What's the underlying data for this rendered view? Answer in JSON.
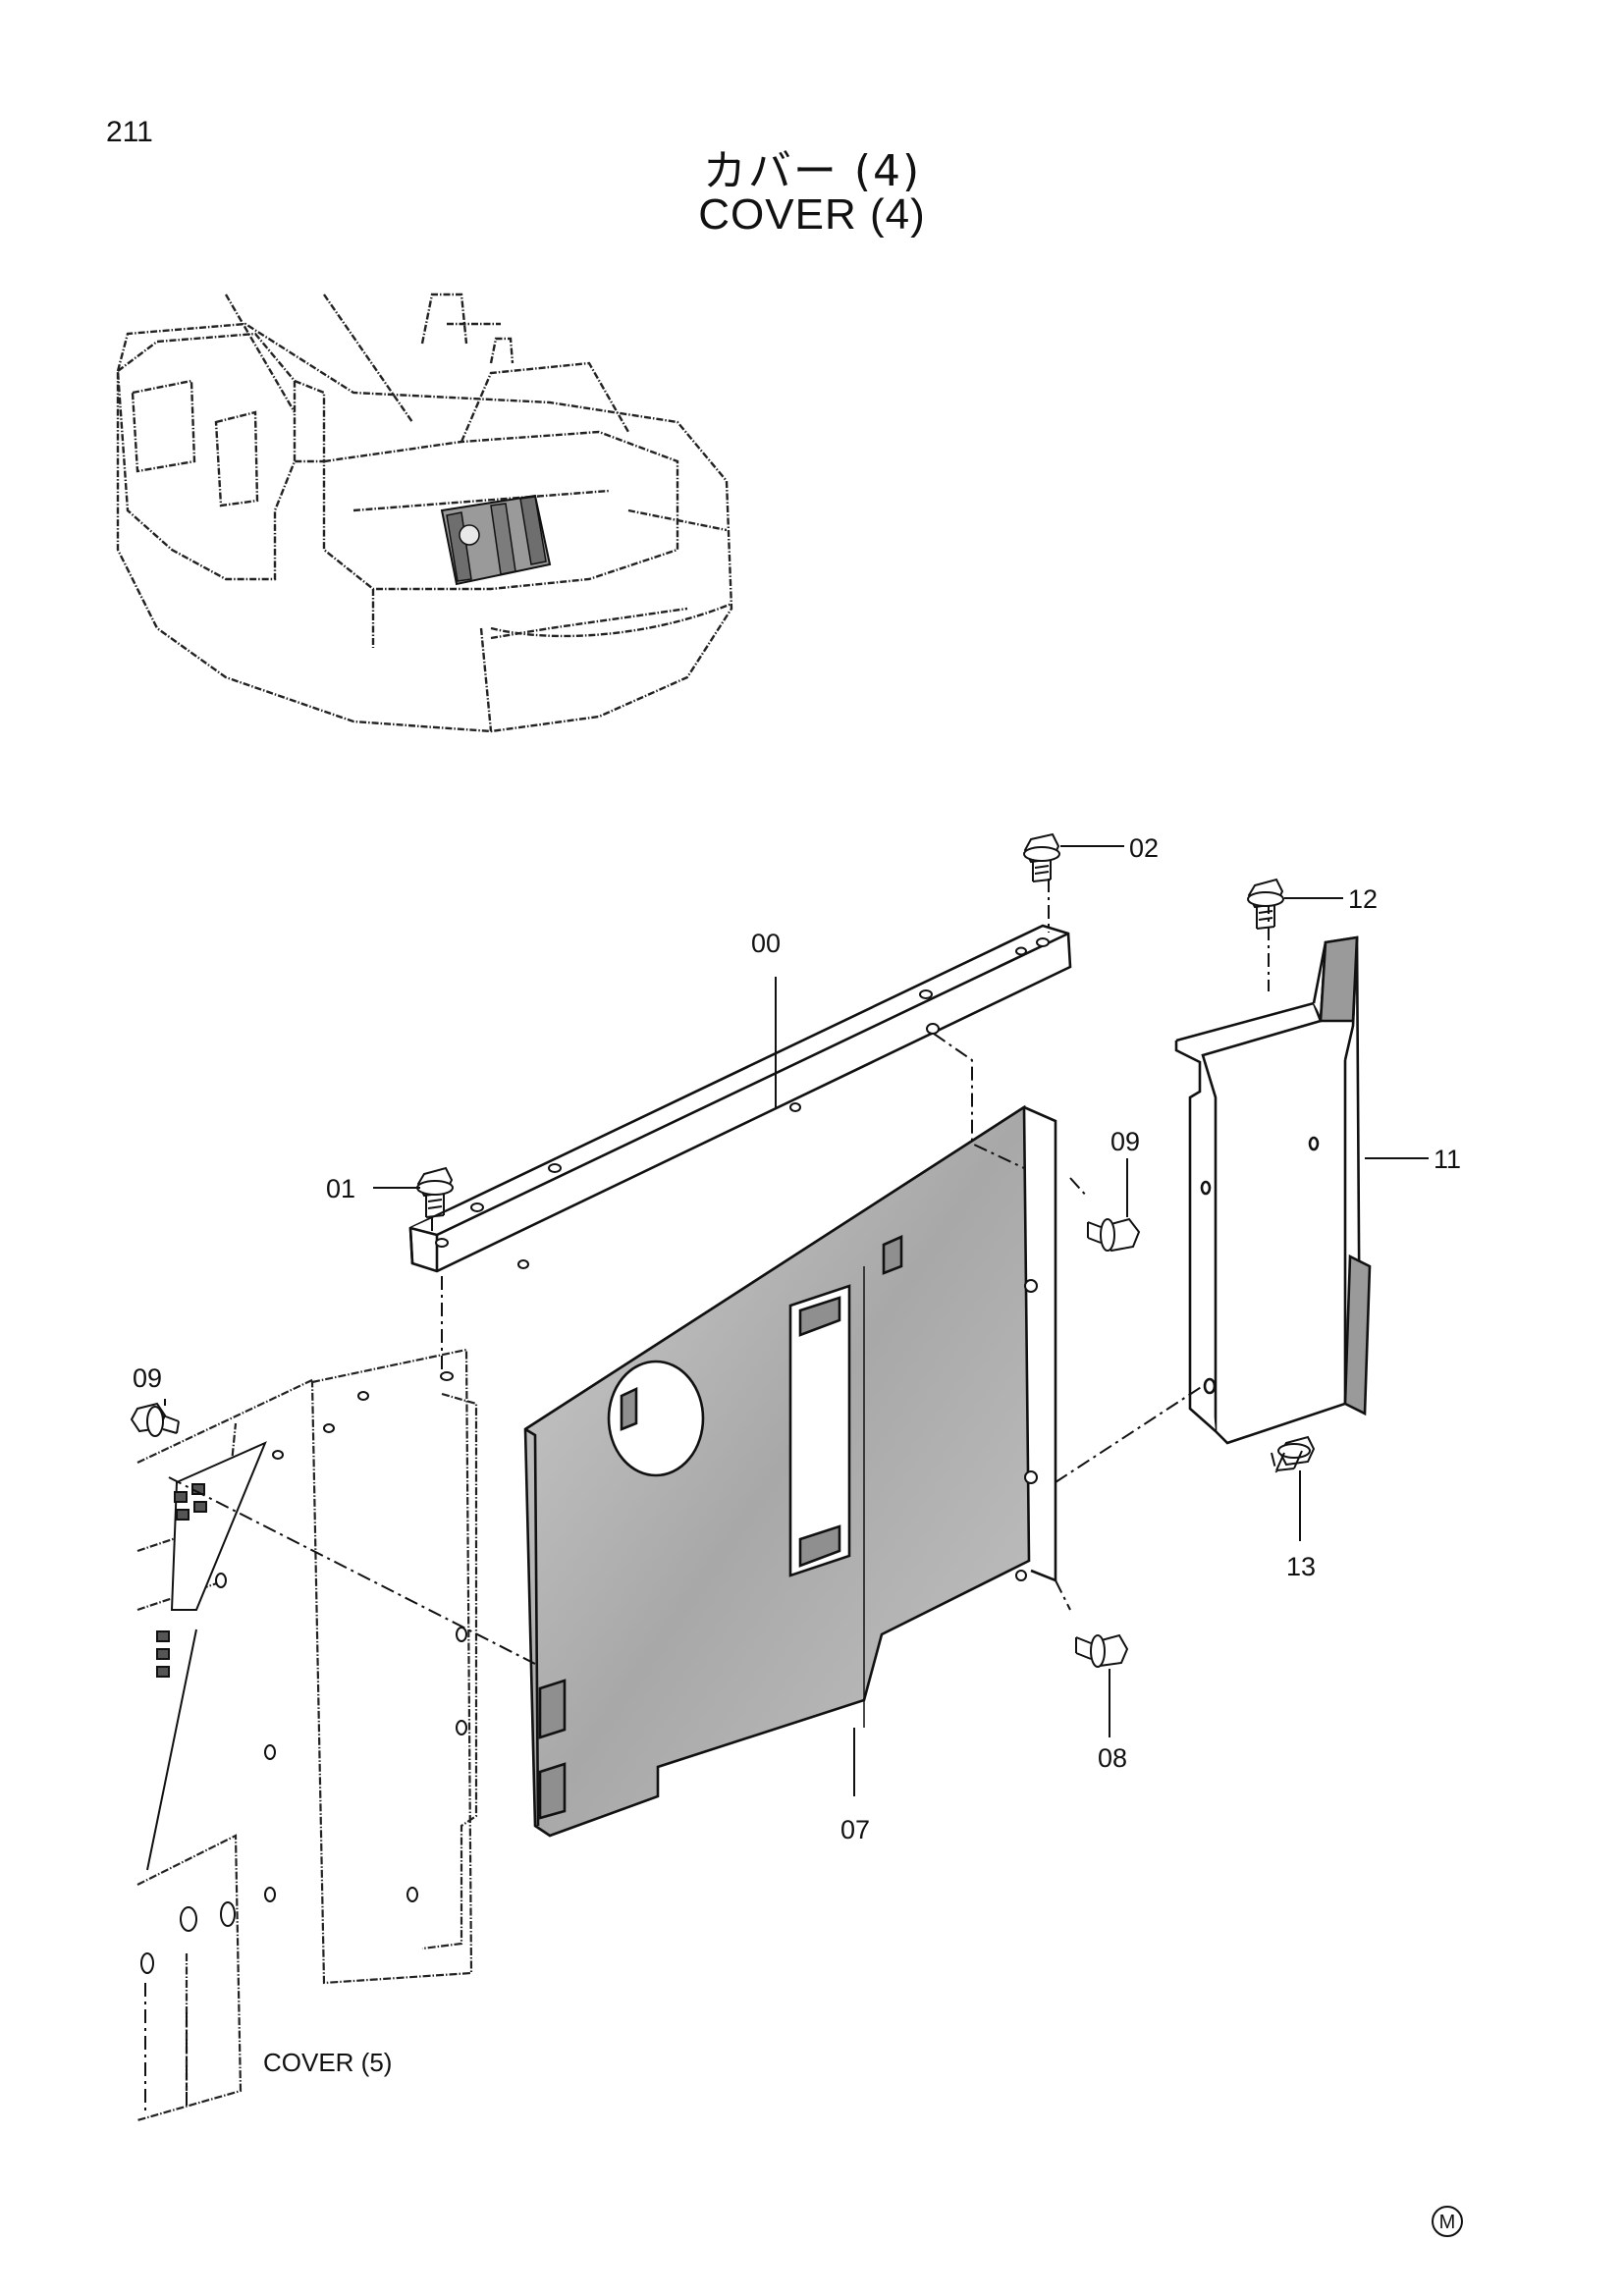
{
  "header": {
    "page_number": "211",
    "title_jp": "カバー (4)",
    "title_en": "COVER (4)"
  },
  "callouts": {
    "c00": "00",
    "c01": "01",
    "c02": "02",
    "c07": "07",
    "c08": "08",
    "c09a": "09",
    "c09b": "09",
    "c11": "11",
    "c12": "12",
    "c13": "13"
  },
  "cover_ref": "COVER (5)",
  "footer_mark": "M",
  "colors": {
    "line": "#111111",
    "panel_fill": "#b9b9b9",
    "panel_shade": "#8f8f8f"
  }
}
